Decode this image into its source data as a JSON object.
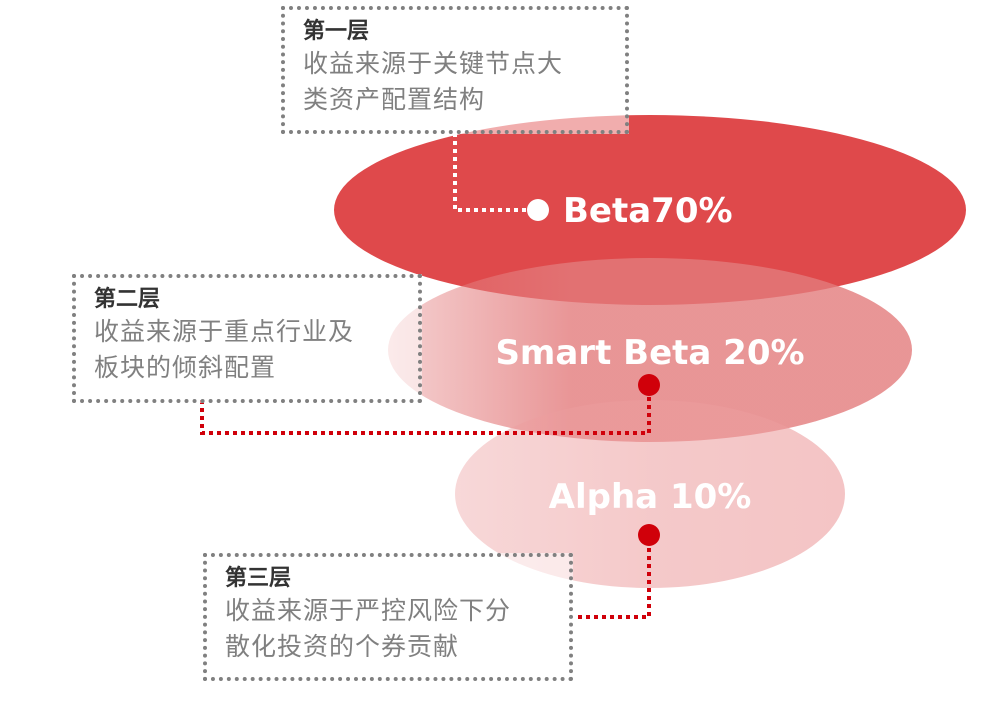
{
  "colors": {
    "beta": "#d9292b",
    "smart_beta": "#e37b7c",
    "alpha": "#f2c3c3",
    "connector": "#d0000a",
    "box_border": "#808080"
  },
  "layers": [
    {
      "label": "Beta70%",
      "title": "第一层",
      "desc_line1": "收益来源于关键节点大",
      "desc_line2": "类资产配置结构"
    },
    {
      "label": "Smart Beta 20%",
      "title": "第二层",
      "desc_line1": "收益来源于重点行业及",
      "desc_line2": "板块的倾斜配置"
    },
    {
      "label": "Alpha 10%",
      "title": "第三层",
      "desc_line1": "收益来源于严控风险下分",
      "desc_line2": "散化投资的个券贡献"
    }
  ]
}
